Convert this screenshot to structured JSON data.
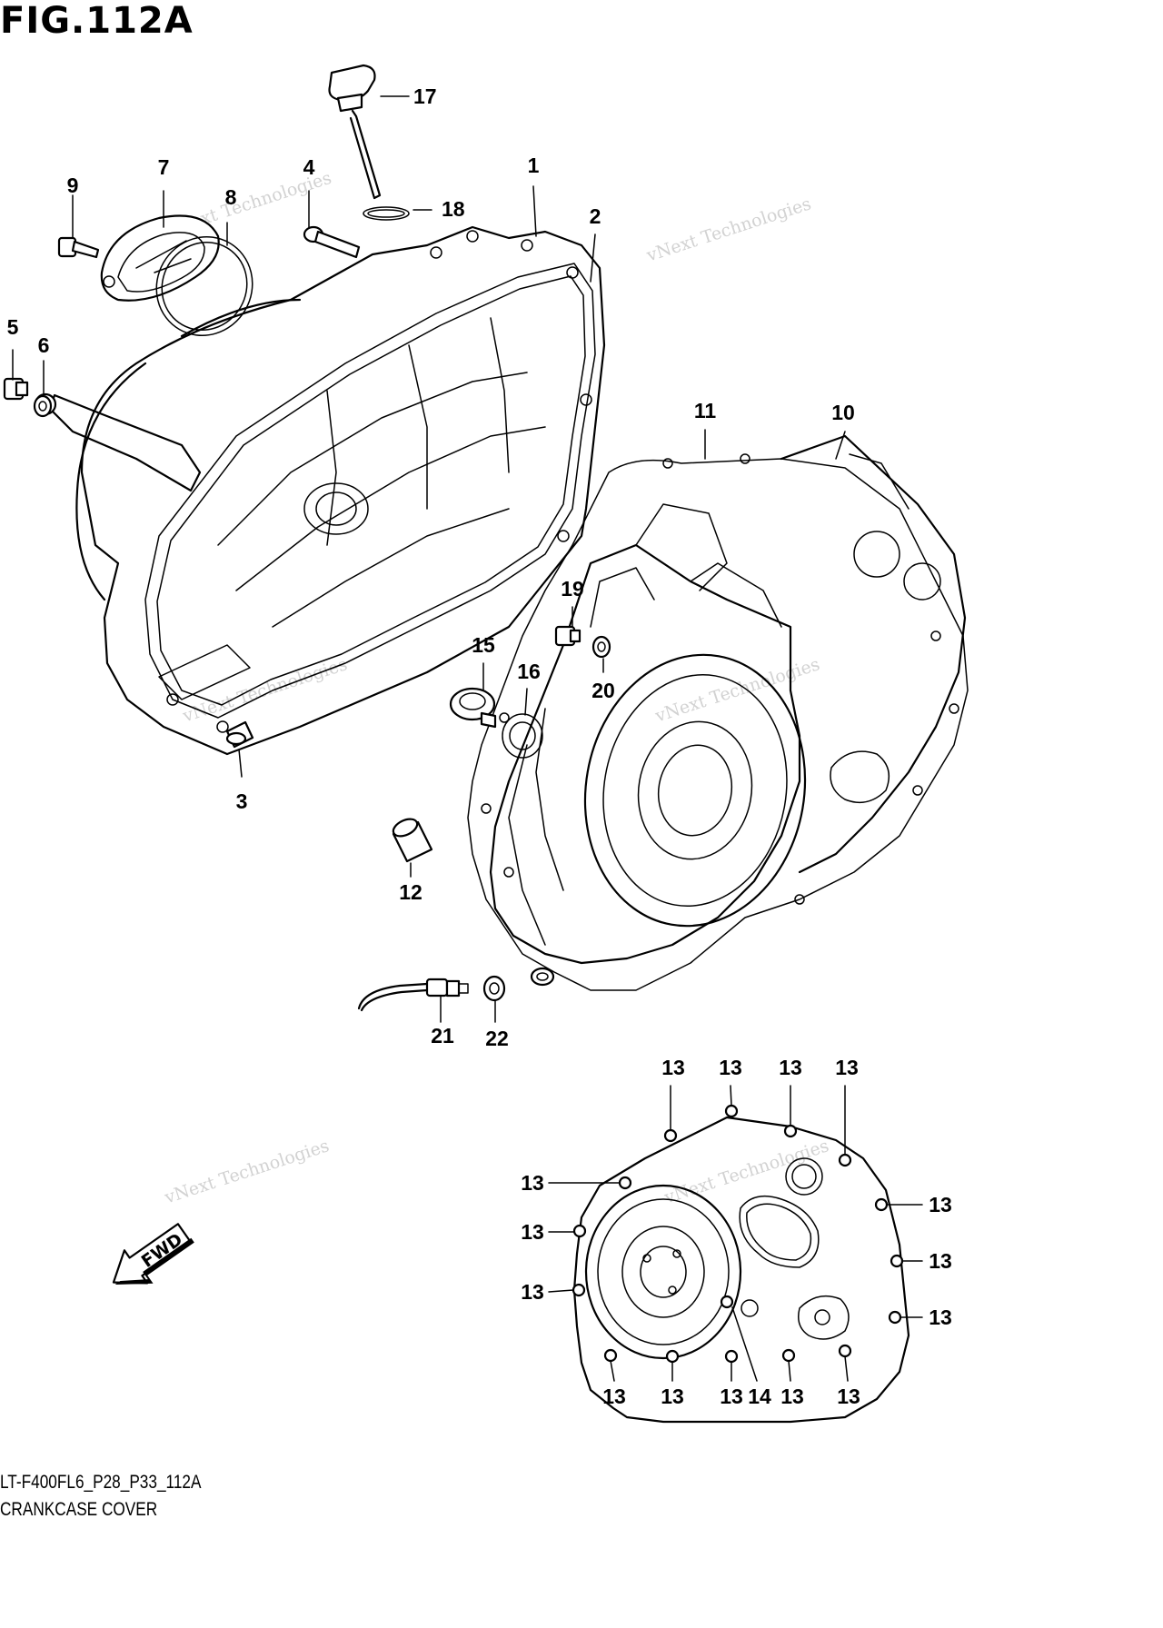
{
  "figure": {
    "title": "FIG.112A",
    "code": "LT-F400FL6_P28_P33_112A",
    "name": "CRANKCASE COVER"
  },
  "watermark": {
    "line1": "vNext Technologies",
    "line2": "vNext\nTechnologies"
  },
  "direction_label": "FWD",
  "callouts": {
    "p1": "1",
    "p2": "2",
    "p3": "3",
    "p4": "4",
    "p5": "5",
    "p6": "6",
    "p7": "7",
    "p8": "8",
    "p9": "9",
    "p10": "10",
    "p11": "11",
    "p12": "12",
    "p13": "13",
    "p14": "14",
    "p15": "15",
    "p16": "16",
    "p17": "17",
    "p18": "18",
    "p19": "19",
    "p20": "20",
    "p21": "21",
    "p22": "22"
  }
}
